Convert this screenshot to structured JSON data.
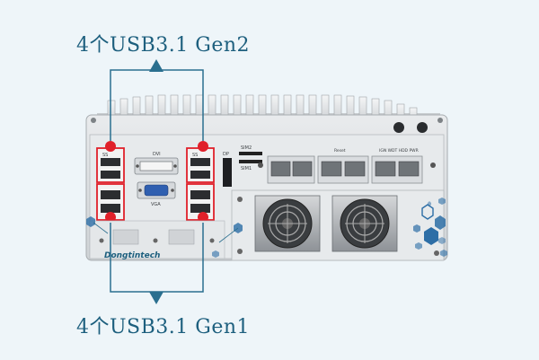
{
  "labels": {
    "top": "4个USB3.1 Gen2",
    "bottom": "4个USB3.1 Gen1"
  },
  "panel": {
    "brand": "Dongtintech",
    "ports": {
      "dvi": "DVI",
      "vga": "VGA",
      "dp": "DP",
      "sim2": "SIM2",
      "sim1": "SIM1",
      "reset": "Reset",
      "leds": "IGN  WDT HDD  PWR",
      "ss_left": "SS",
      "ss_right": "SS"
    }
  },
  "colors": {
    "label": "#1d5f7e",
    "bracket": "#2a6f8f",
    "highlight": "#e0202a",
    "chassis": "#d8dcdf",
    "panel": "#e6e9eb"
  }
}
